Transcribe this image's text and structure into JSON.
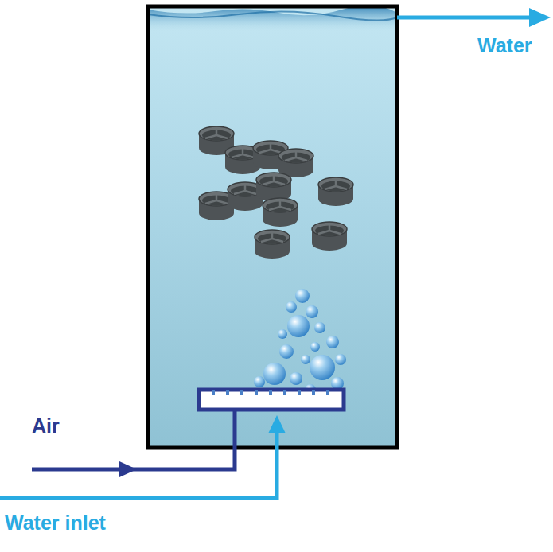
{
  "diagram": {
    "labels": [
      "Water",
      "Air",
      "Water inlet"
    ]
  }
}
